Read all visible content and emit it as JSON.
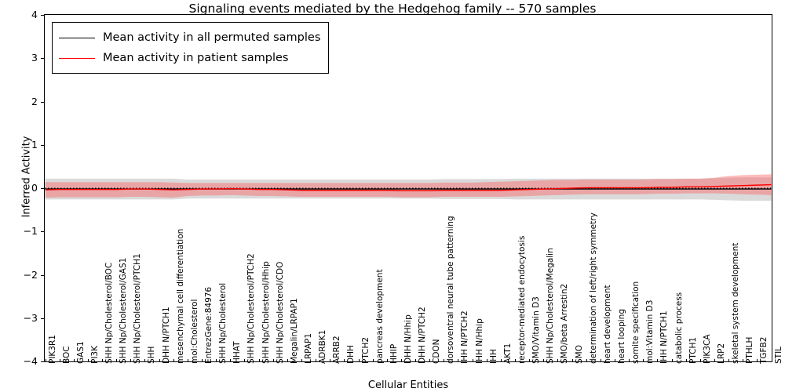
{
  "chart_data": {
    "type": "line",
    "title": "Signaling events mediated by the Hedgehog family -- 570 samples",
    "xlabel": "Cellular Entities",
    "ylabel": "Inferred Activity",
    "ylim": [
      -4,
      4
    ],
    "yticks": [
      -4,
      -3,
      -2,
      -1,
      0,
      1,
      2,
      3,
      4
    ],
    "grid": false,
    "legend_position": "upper left",
    "legend": [
      {
        "label": "Mean activity in all permuted samples",
        "color": "#000000"
      },
      {
        "label": "Mean activity in patient samples",
        "color": "#ff0000"
      }
    ],
    "categories": [
      "PIK3R1",
      "BOC",
      "GAS1",
      "PI3K",
      "SHH Np/Cholesterol/BOC",
      "SHH Np/Cholesterol/GAS1",
      "SHH Np/Cholesterol/PTCH1",
      "SHH",
      "DHH N/PTCH1",
      "mesenchymal cell differentiation",
      "mol:Cholesterol",
      "EntrezGene:84976",
      "SHH Np/Cholesterol",
      "HHAT",
      "SHH Np/Cholesterol/PTCH2",
      "SHH Np/Cholesterol/Hhip",
      "SHH Np/Cholesterol/CDO",
      "Megalin/LRPAP1",
      "LRPAP1",
      "ADRBK1",
      "ARRB2",
      "DHH",
      "PTCH2",
      "pancreas development",
      "HHIP",
      "DHH N/Hhip",
      "DHH N/PTCH2",
      "CDON",
      "dorsoventral neural tube patterning",
      "IHH N/PTCH2",
      "IHH N/Hhip",
      "IHH",
      "AKT1",
      "receptor-mediated endocytosis",
      "SMO/Vitamin D3",
      "SHH Np/Cholesterol/Megalin",
      "SMO/beta Arrestin2",
      "SMO",
      "determination of left/right symmetry",
      "heart development",
      "heart looping",
      "somite specification",
      "mol:Vitamin D3",
      "IHH N/PTCH1",
      "catabolic process",
      "PTCH1",
      "PIK3CA",
      "LRP2",
      "skeletal system development",
      "PTHLH",
      "TGFB2",
      "STIL"
    ],
    "series": [
      {
        "name": "Mean activity in all permuted samples",
        "color": "#000000",
        "values": [
          -0.02,
          -0.02,
          -0.02,
          -0.02,
          -0.02,
          -0.02,
          -0.02,
          -0.02,
          -0.02,
          -0.02,
          -0.02,
          -0.02,
          -0.02,
          -0.02,
          -0.02,
          -0.02,
          -0.02,
          -0.02,
          -0.02,
          -0.02,
          -0.02,
          -0.02,
          -0.02,
          -0.02,
          -0.02,
          -0.02,
          -0.02,
          -0.02,
          -0.02,
          -0.02,
          -0.02,
          -0.02,
          -0.02,
          -0.02,
          -0.02,
          -0.02,
          -0.02,
          -0.02,
          -0.02,
          -0.02,
          -0.02,
          -0.02,
          -0.02,
          -0.02,
          -0.02,
          -0.02,
          -0.02,
          -0.02,
          -0.02,
          -0.02,
          -0.02,
          -0.02
        ],
        "band_upper": [
          0.22,
          0.22,
          0.22,
          0.22,
          0.22,
          0.22,
          0.22,
          0.22,
          0.22,
          0.22,
          0.2,
          0.2,
          0.2,
          0.2,
          0.2,
          0.2,
          0.2,
          0.2,
          0.2,
          0.2,
          0.2,
          0.2,
          0.2,
          0.2,
          0.2,
          0.2,
          0.2,
          0.2,
          0.21,
          0.21,
          0.21,
          0.21,
          0.21,
          0.22,
          0.22,
          0.22,
          0.22,
          0.22,
          0.22,
          0.22,
          0.22,
          0.22,
          0.22,
          0.22,
          0.22,
          0.22,
          0.22,
          0.23,
          0.24,
          0.25,
          0.25,
          0.25
        ],
        "band_lower": [
          -0.26,
          -0.26,
          -0.26,
          -0.26,
          -0.26,
          -0.26,
          -0.26,
          -0.26,
          -0.26,
          -0.26,
          -0.24,
          -0.24,
          -0.24,
          -0.24,
          -0.24,
          -0.24,
          -0.24,
          -0.24,
          -0.24,
          -0.24,
          -0.24,
          -0.24,
          -0.24,
          -0.24,
          -0.24,
          -0.24,
          -0.24,
          -0.24,
          -0.25,
          -0.25,
          -0.25,
          -0.25,
          -0.25,
          -0.26,
          -0.26,
          -0.26,
          -0.26,
          -0.26,
          -0.26,
          -0.26,
          -0.26,
          -0.26,
          -0.26,
          -0.26,
          -0.26,
          -0.26,
          -0.26,
          -0.27,
          -0.28,
          -0.29,
          -0.29,
          -0.29
        ]
      },
      {
        "name": "Mean activity in patient samples",
        "color": "#ff0000",
        "values": [
          -0.04,
          -0.03,
          -0.03,
          -0.03,
          -0.03,
          -0.03,
          -0.02,
          -0.02,
          -0.03,
          -0.04,
          -0.03,
          -0.02,
          -0.02,
          -0.01,
          -0.02,
          -0.03,
          -0.03,
          -0.04,
          -0.05,
          -0.05,
          -0.05,
          -0.05,
          -0.05,
          -0.05,
          -0.05,
          -0.06,
          -0.06,
          -0.06,
          -0.05,
          -0.05,
          -0.05,
          -0.05,
          -0.05,
          -0.04,
          -0.03,
          -0.02,
          -0.01,
          0.0,
          0.01,
          0.01,
          0.01,
          0.01,
          0.01,
          0.02,
          0.02,
          0.03,
          0.03,
          0.04,
          0.05,
          0.06,
          0.07,
          0.08
        ],
        "band_upper": [
          0.14,
          0.14,
          0.14,
          0.14,
          0.14,
          0.14,
          0.14,
          0.14,
          0.14,
          0.13,
          0.12,
          0.12,
          0.12,
          0.12,
          0.12,
          0.12,
          0.12,
          0.12,
          0.12,
          0.12,
          0.12,
          0.12,
          0.12,
          0.12,
          0.12,
          0.12,
          0.12,
          0.12,
          0.13,
          0.13,
          0.13,
          0.14,
          0.15,
          0.16,
          0.17,
          0.18,
          0.19,
          0.19,
          0.2,
          0.2,
          0.2,
          0.2,
          0.2,
          0.21,
          0.21,
          0.22,
          0.22,
          0.24,
          0.28,
          0.3,
          0.31,
          0.32
        ],
        "band_lower": [
          -0.22,
          -0.21,
          -0.21,
          -0.21,
          -0.21,
          -0.21,
          -0.2,
          -0.2,
          -0.21,
          -0.22,
          -0.18,
          -0.17,
          -0.17,
          -0.16,
          -0.17,
          -0.18,
          -0.18,
          -0.19,
          -0.2,
          -0.2,
          -0.2,
          -0.2,
          -0.2,
          -0.2,
          -0.2,
          -0.21,
          -0.21,
          -0.21,
          -0.2,
          -0.2,
          -0.2,
          -0.2,
          -0.2,
          -0.19,
          -0.18,
          -0.17,
          -0.16,
          -0.15,
          -0.14,
          -0.14,
          -0.14,
          -0.14,
          -0.14,
          -0.13,
          -0.13,
          -0.12,
          -0.12,
          -0.12,
          -0.13,
          -0.14,
          -0.15,
          -0.16
        ]
      }
    ]
  }
}
